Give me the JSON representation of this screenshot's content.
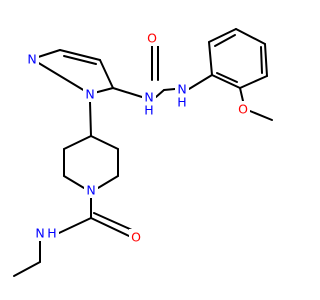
{
  "molecule": {
    "labels": {
      "n_pyrazole_top": "N",
      "n_pyrazole_sub": "N",
      "nh_amide_upper": "N",
      "h_amide_upper": "H",
      "o_urea": "O",
      "nh_aryl": "N",
      "h_aryl": "H",
      "o_methoxy": "O",
      "n_piperidine": "N",
      "o_carboxamide": "O",
      "nh_ethyl": "N",
      "h_ethyl": "H"
    },
    "colors": {
      "nitrogen": "#0000ff",
      "oxygen": "#ff0000",
      "carbon_bond": "#000000"
    }
  }
}
